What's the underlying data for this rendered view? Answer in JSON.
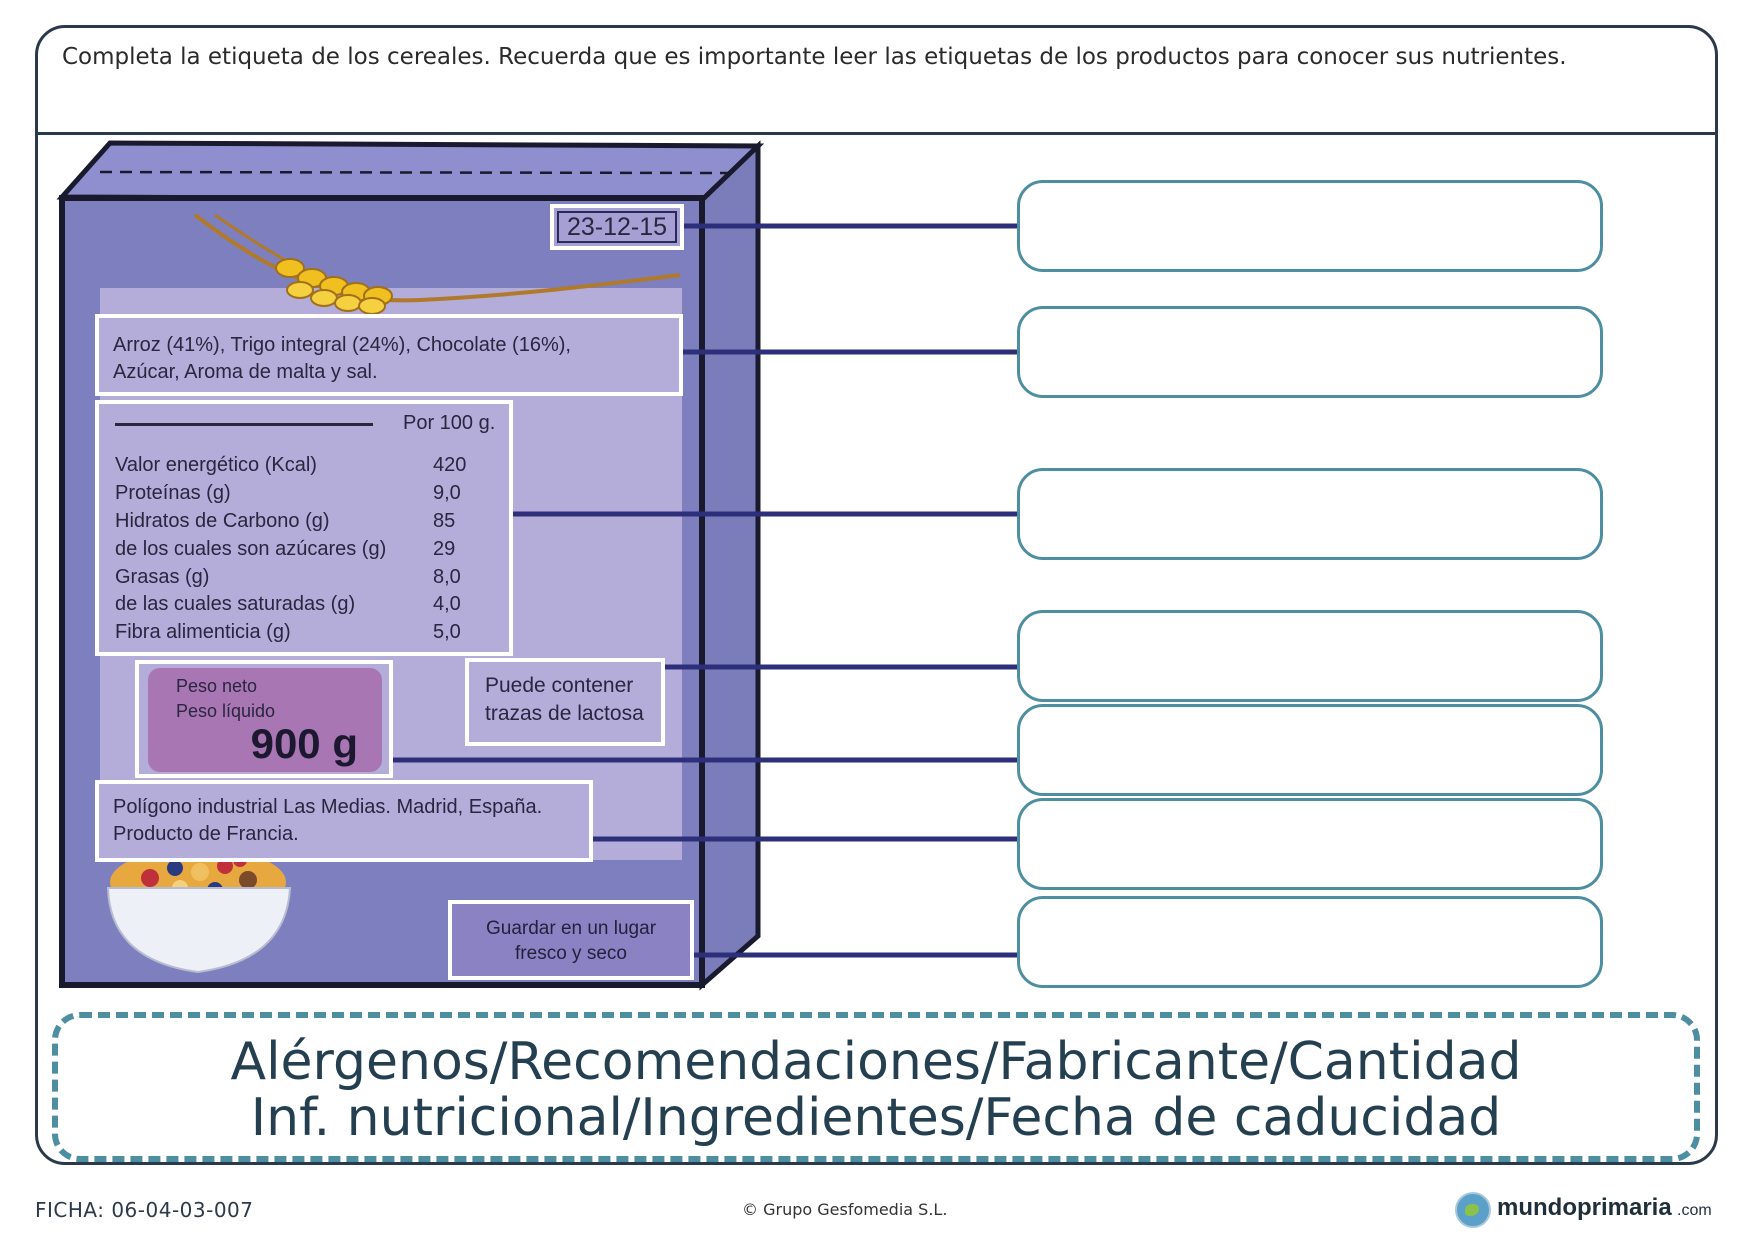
{
  "instruction": "Completa la etiqueta de los cereales. Recuerda que es importante leer las etiquetas de los productos para conocer sus nutrientes.",
  "box": {
    "date": "23-12-15",
    "ingredients": {
      "line1": "Arroz (41%), Trigo integral (24%), Chocolate (16%),",
      "line2": "Azúcar, Aroma de malta y sal."
    },
    "nutrition": {
      "header": "Por 100 g.",
      "rows": [
        {
          "label": "Valor energético (Kcal)",
          "value": "420"
        },
        {
          "label": "Proteínas (g)",
          "value": "9,0"
        },
        {
          "label": "Hidratos de Carbono (g)",
          "value": "85"
        },
        {
          "label": "de los cuales son azúcares (g)",
          "value": "29"
        },
        {
          "label": "Grasas (g)",
          "value": "8,0"
        },
        {
          "label": "de las cuales saturadas (g)",
          "value": "4,0"
        },
        {
          "label": "Fibra alimenticia (g)",
          "value": "5,0"
        }
      ]
    },
    "weight": {
      "line1": "Peso neto",
      "line2": "Peso líquido",
      "amount": "900 g"
    },
    "lactose": {
      "line1": "Puede contener",
      "line2": "trazas de lactosa"
    },
    "maker": {
      "line1": "Polígono industrial Las Medias. Madrid, España.",
      "line2": "Producto de Francia."
    },
    "storage": {
      "line1": "Guardar en un lugar",
      "line2": "fresco y seco"
    }
  },
  "word_bank": {
    "line1": "Alérgenos/Recomendaciones/Fabricante/Cantidad",
    "line2": "Inf. nutricional/Ingredientes/Fecha de caducidad"
  },
  "footer": {
    "ficha": "FICHA: 06-04-03-007",
    "copyright": "© Grupo Gesfomedia S.L.",
    "brand": "mundoprimaria",
    "brand_suffix": ".com"
  },
  "colors": {
    "box_front": "#7e7fbf",
    "box_top": "#8f8fcf",
    "label_panel": "#b5add9",
    "connector": "#2e2f7a",
    "answer_border": "#4d8ea0",
    "frame": "#2b3a4a"
  }
}
